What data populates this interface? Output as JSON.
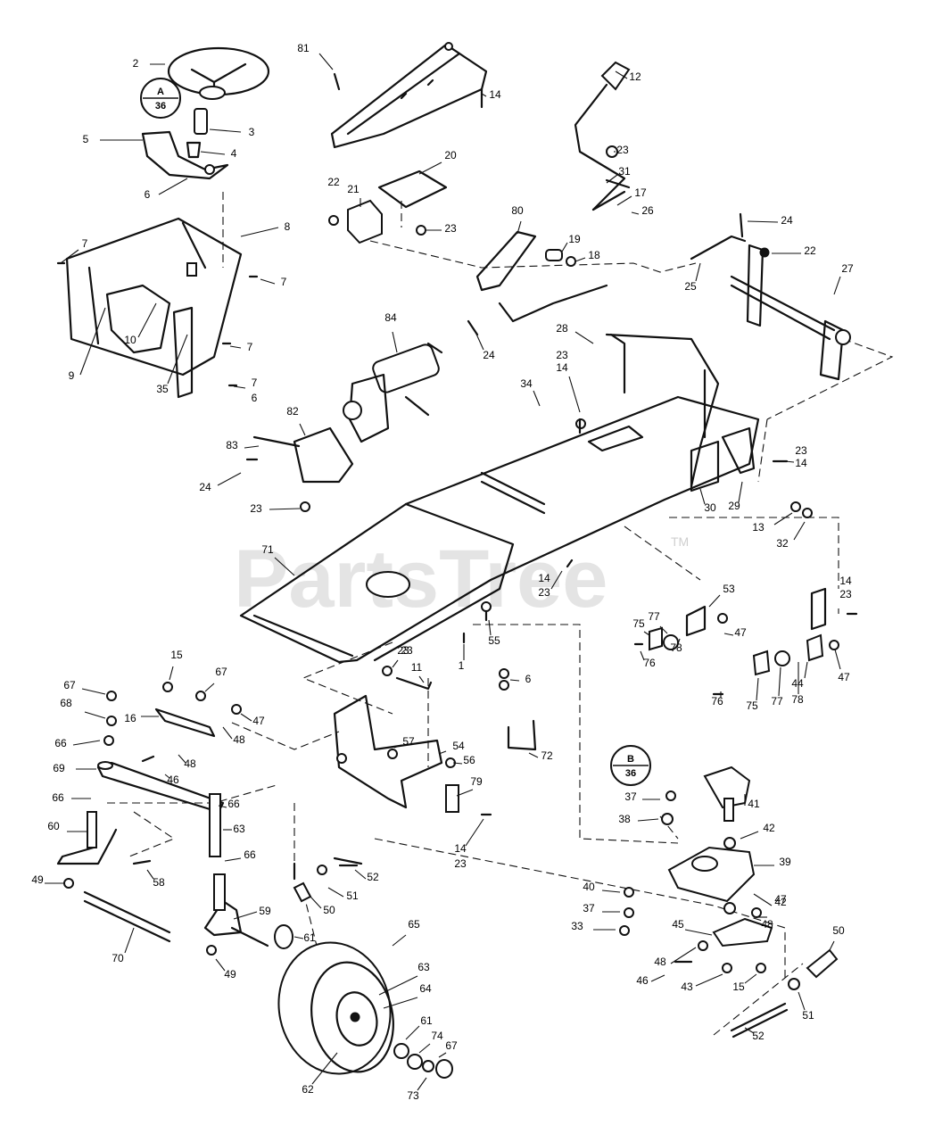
{
  "watermark": {
    "text": "PartsTree",
    "trademark": "TM"
  },
  "callouts": [
    {
      "letter": "A",
      "number": "36"
    },
    {
      "letter": "B",
      "number": "36"
    }
  ],
  "part_labels": [
    "2",
    "3",
    "4",
    "5",
    "6",
    "7",
    "8",
    "7",
    "9",
    "10",
    "35",
    "7",
    "7",
    "6",
    "81",
    "14",
    "20",
    "21",
    "22",
    "23",
    "12",
    "23",
    "31",
    "17",
    "26",
    "80",
    "19",
    "18",
    "24",
    "22",
    "25",
    "27",
    "84",
    "24",
    "82",
    "83",
    "24",
    "23",
    "28",
    "23",
    "14",
    "34",
    "23",
    "14",
    "30",
    "29",
    "13",
    "32",
    "71",
    "14",
    "23",
    "55",
    "1",
    "23",
    "11",
    "6",
    "72",
    "53",
    "77",
    "78",
    "47",
    "75",
    "76",
    "14",
    "23",
    "44",
    "47",
    "76",
    "75",
    "77",
    "78",
    "15",
    "67",
    "16",
    "47",
    "48",
    "67",
    "68",
    "66",
    "69",
    "48",
    "46",
    "66",
    "66",
    "63",
    "66",
    "60",
    "58",
    "49",
    "70",
    "59",
    "49",
    "23",
    "57",
    "54",
    "56",
    "79",
    "14",
    "23",
    "52",
    "51",
    "50",
    "61",
    "65",
    "63",
    "64",
    "61",
    "74",
    "67",
    "62",
    "73",
    "41",
    "37",
    "38",
    "42",
    "39",
    "40",
    "37",
    "33",
    "42",
    "47",
    "48",
    "45",
    "48",
    "46",
    "43",
    "15",
    "50",
    "51",
    "52"
  ]
}
